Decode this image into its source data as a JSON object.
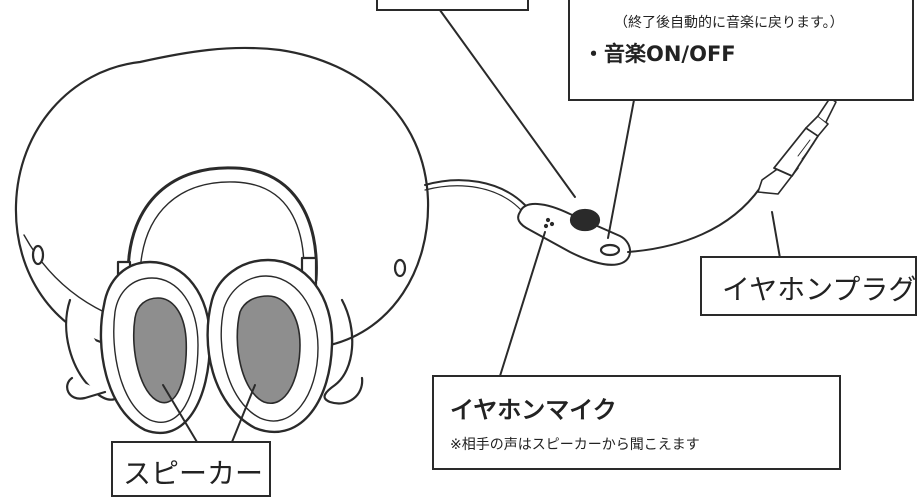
{
  "top_right_box": {
    "note": "（終了後自動的に音楽に戻ります。）",
    "bullet_prefix": "・",
    "bullet_text": "音楽ON/OFF"
  },
  "plug_box": {
    "label": "イヤホンプラグ"
  },
  "mic_box": {
    "title": "イヤホンマイク",
    "description": "※相手の声はスピーカーから聞こえます"
  },
  "speaker_box": {
    "label": "スピーカー"
  }
}
